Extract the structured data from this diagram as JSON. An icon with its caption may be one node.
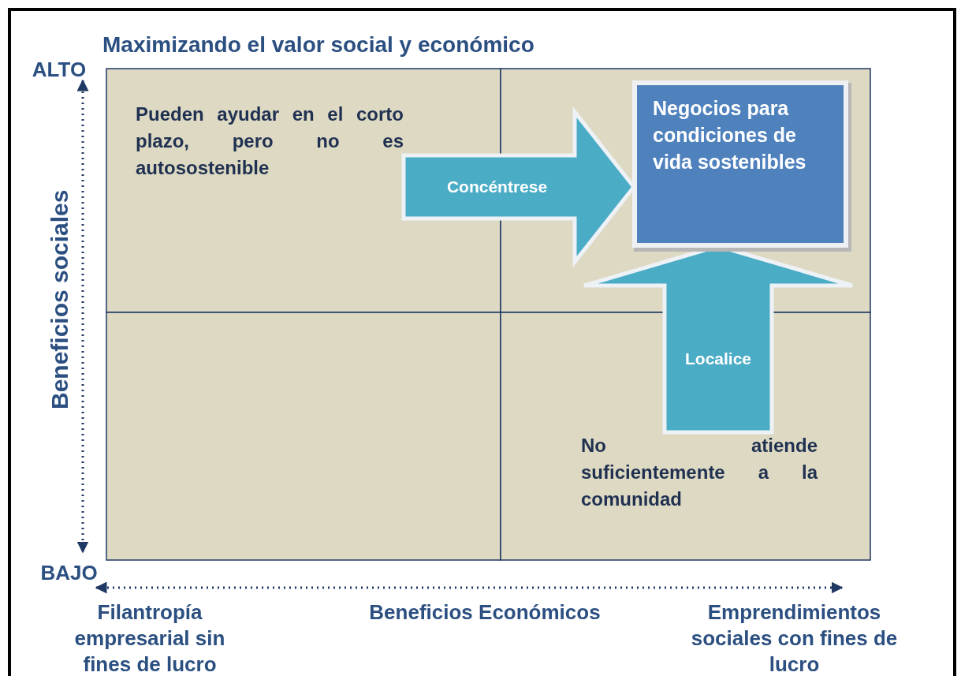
{
  "diagram": {
    "title": "Maximizando el valor social y económico",
    "nodes": [
      {
        "text": [
          "Pueden ayudar en el corto plazo, pero no es autosostenible"
        ]
      },
      {
        "text": [
          "Negocios para condiciones de vida sostenibles"
        ]
      },
      {
        "text": [
          "No atiende suficientemente a la comunidad"
        ]
      }
    ],
    "edges": [
      {
        "from": 0,
        "to": 1,
        "arrow": "to",
        "label": "Concéntrese",
        "style": "thick"
      },
      {
        "from": 2,
        "to": 1,
        "arrow": "to",
        "label": "Localice",
        "style": "thick"
      }
    ],
    "labels": [
      "ALTO",
      "Beneficios sociales",
      "BAJO",
      "Filantropía empresarial sin fines de lucro",
      "Beneficios Económicos",
      "Emprendimientos sociales con fines de lucro"
    ]
  }
}
